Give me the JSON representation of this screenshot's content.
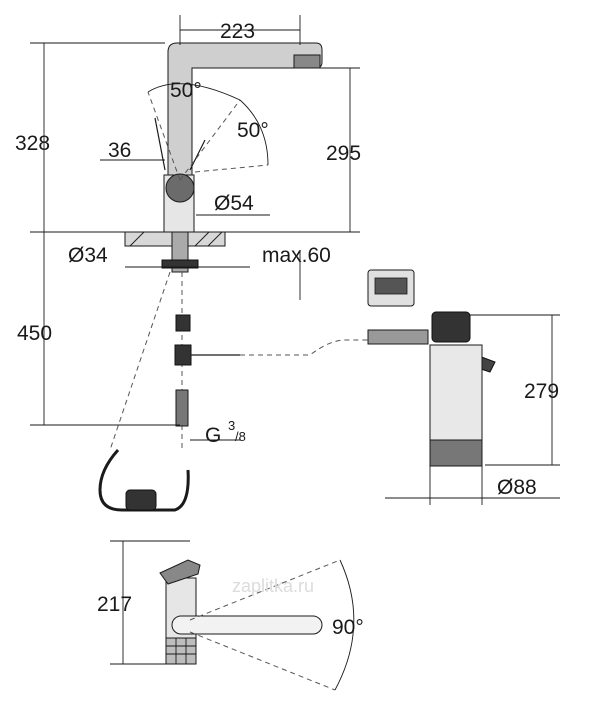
{
  "dimensions": {
    "spout_reach": "223",
    "total_height": "328",
    "spout_height": "295",
    "swivel_angle_top": "50°",
    "swivel_angle_side": "50°",
    "lever_offset": "36",
    "body_diameter": "Ø54",
    "hole_diameter": "Ø34",
    "max_thickness": "max.60",
    "hose_length": "450",
    "connection_main": "G",
    "connection_sup": "3",
    "connection_sub": "/8",
    "filter_height": "279",
    "filter_diameter": "Ø88",
    "lever_height": "217",
    "rotation_angle": "90°"
  },
  "watermark": "zaplitka.ru",
  "colors": {
    "line": "#1a1a1a",
    "metal": "#6b6b6b",
    "light": "#cfcfcf",
    "background": "#ffffff"
  }
}
